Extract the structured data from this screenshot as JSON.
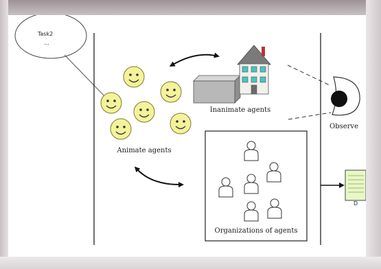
{
  "diagram": {
    "task_bubble": {
      "title": "Task2",
      "ellipsis": "..."
    },
    "labels": {
      "animate": "Animate agents",
      "inanimate": "Inanimate agents",
      "observer": "Observe",
      "organizations": "Organizations of agents",
      "doc": "D"
    },
    "colors": {
      "smiley_fill": "#f4f29a",
      "smiley_stroke": "#7b7a2e",
      "box_fill": "#b8b8b8",
      "house_wall": "#f2f0ea",
      "house_roof": "#7a7a7a",
      "window": "#46c4c4",
      "eye": "#111111",
      "doc_fill": "#e9f7c7"
    }
  }
}
